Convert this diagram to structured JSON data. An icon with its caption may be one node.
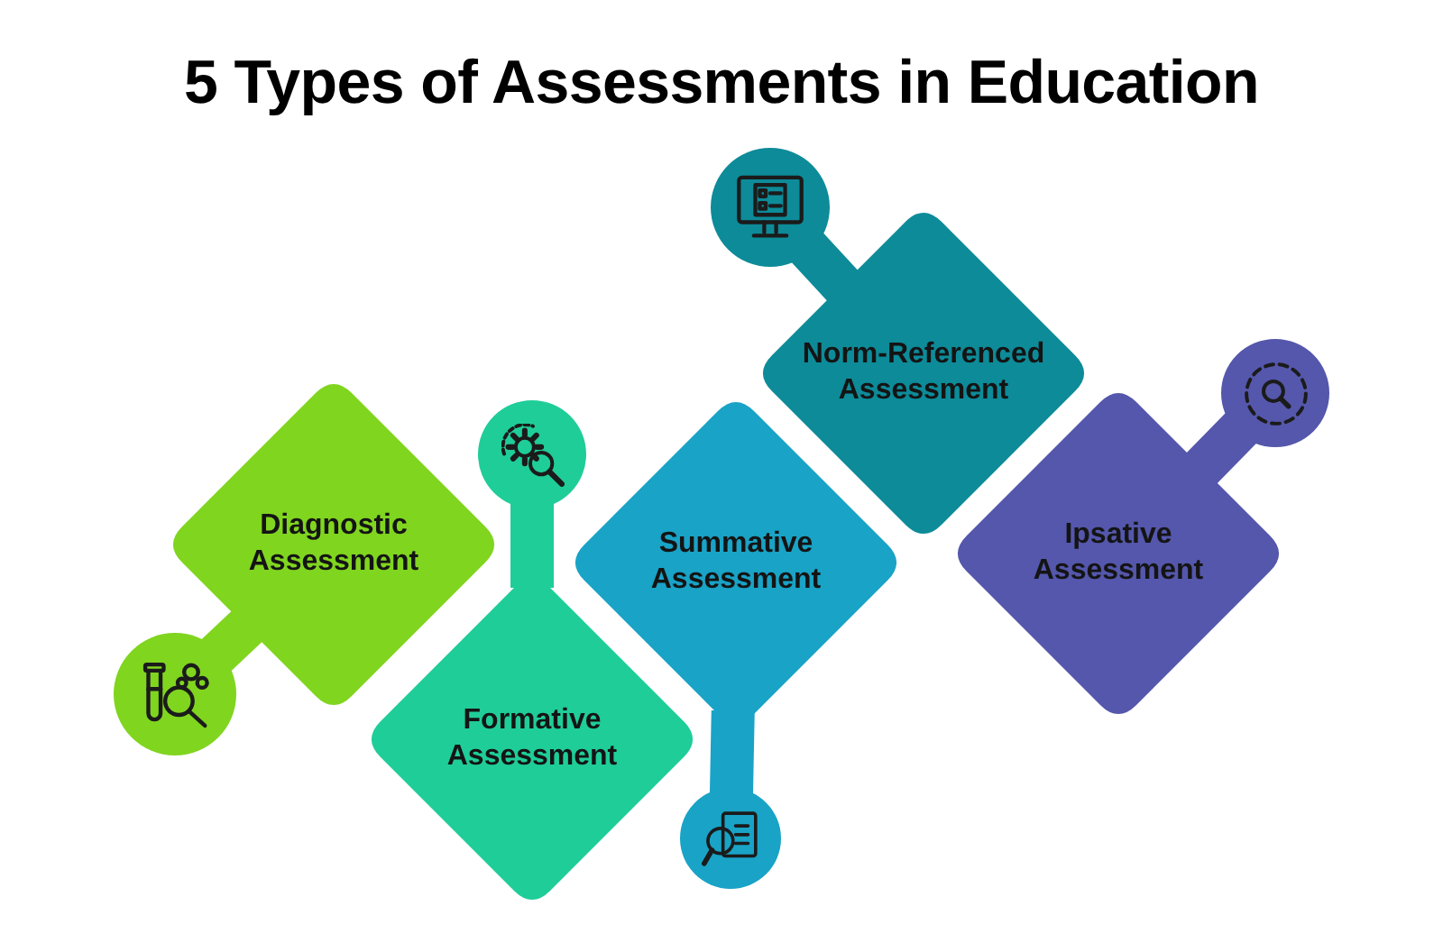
{
  "diagram": {
    "title": "5 Types of Assessments in Education",
    "nodes": [
      {
        "text": [
          "Diagnostic Assessment"
        ]
      },
      {
        "text": [
          "Formative Assessment"
        ]
      },
      {
        "text": [
          "Summative Assessment"
        ]
      },
      {
        "text": [
          "Norm-Referenced Assessment"
        ]
      },
      {
        "text": [
          "Ipsative Assessment"
        ]
      }
    ]
  }
}
